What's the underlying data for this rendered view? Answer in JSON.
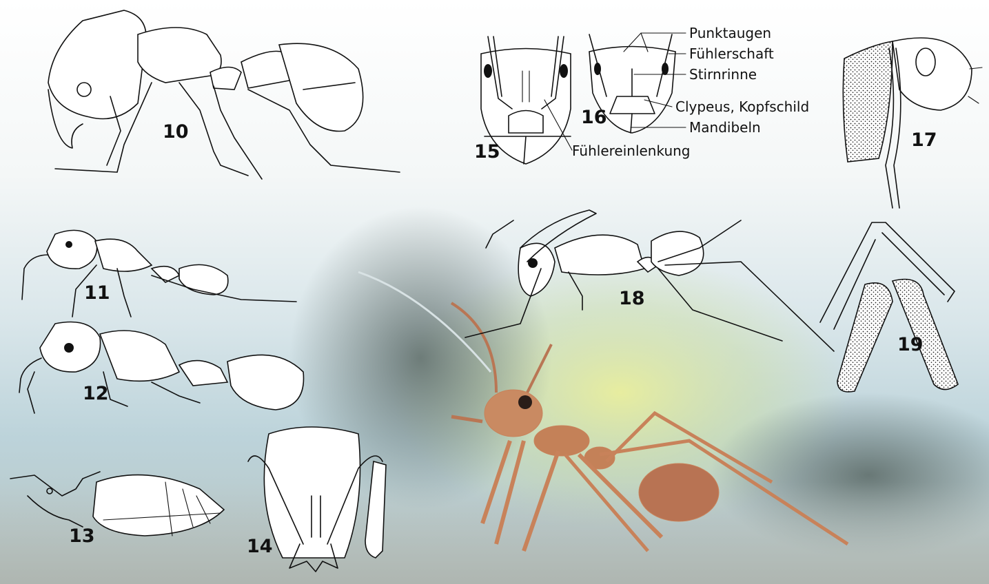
{
  "figures": {
    "fig10": "10",
    "fig11": "11",
    "fig12": "12",
    "fig13": "13",
    "fig14": "14",
    "fig15": "15",
    "fig16": "16",
    "fig17": "17",
    "fig18": "18",
    "fig19": "19"
  },
  "labels": {
    "ocelli": "Punktaugen",
    "antenna_scape": "Fühlerschaft",
    "frontal_groove": "Stirnrinne",
    "clypeus": "Clypeus, Kopfschild",
    "mandibles": "Mandibeln",
    "antenna_insertion": "Fühlereinlenkung"
  },
  "photo": {
    "subject": "ant-photograph",
    "ant_color": "#c8825a",
    "highlight_color": "#e8ec9a"
  }
}
